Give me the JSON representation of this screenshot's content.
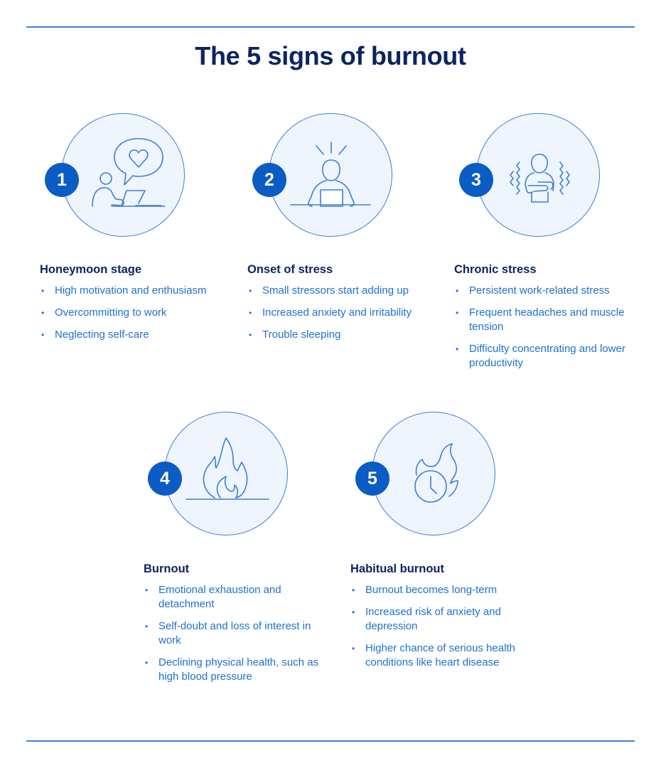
{
  "title": "The 5 signs of burnout",
  "colors": {
    "title": "#0d2461",
    "accent": "#0b5cc4",
    "bullet_text": "#1f6fd1",
    "circle_fill": "#eef5fd",
    "circle_stroke": "#3d7fd6",
    "rule": "#3d7fd6"
  },
  "stages": [
    {
      "number": "1",
      "icon": "person-laptop-heart-speech-icon",
      "heading": "Honeymoon stage",
      "bullets": [
        "High motivation and enthusiasm",
        "Overcommitting to work",
        "Neglecting self-care"
      ]
    },
    {
      "number": "2",
      "icon": "stressed-person-at-laptop-icon",
      "heading": "Onset of stress",
      "bullets": [
        "Small stressors start adding up",
        "Increased anxiety and irritability",
        "Trouble sleeping"
      ]
    },
    {
      "number": "3",
      "icon": "shivering-person-arms-crossed-icon",
      "heading": "Chronic stress",
      "bullets": [
        "Persistent work-related stress",
        "Frequent headaches and muscle tension",
        "Difficulty concentrating and lower productivity"
      ]
    },
    {
      "number": "4",
      "icon": "flame-icon",
      "heading": "Burnout",
      "bullets": [
        "Emotional exhaustion and detachment",
        "Self-doubt and loss of interest in work",
        "Declining physical health, such as high blood pressure"
      ]
    },
    {
      "number": "5",
      "icon": "clock-in-flame-icon",
      "heading": "Habitual burnout",
      "bullets": [
        "Burnout becomes long-term",
        "Increased risk of anxiety and depression",
        "Higher chance of serious health conditions like heart disease"
      ]
    }
  ],
  "bullet_glyph": "•"
}
